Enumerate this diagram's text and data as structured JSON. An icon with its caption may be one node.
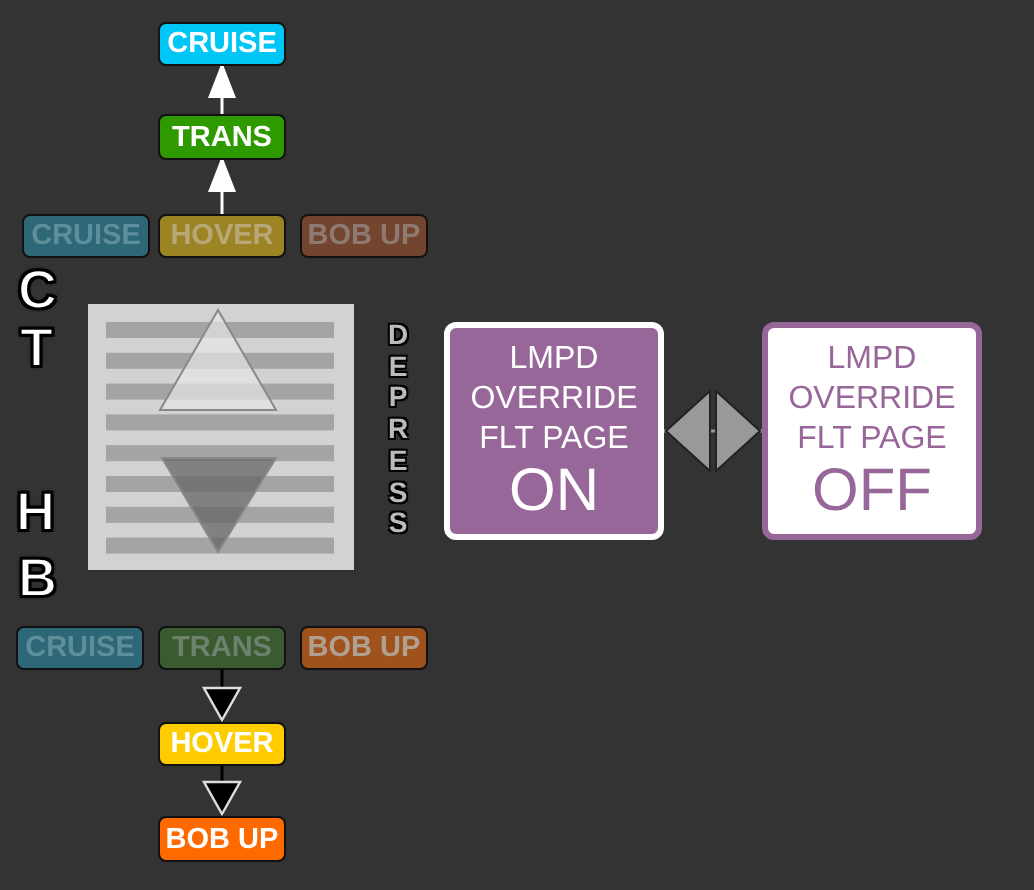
{
  "diagram": {
    "nodes": [
      {
        "text": [
          "CRUISE"
        ]
      },
      {
        "text": [
          "TRANS"
        ]
      },
      {
        "text": [
          "CRUISE"
        ]
      },
      {
        "text": [
          "HOVER"
        ]
      },
      {
        "text": [
          "BOB UP"
        ]
      },
      {
        "text": [
          "CRUISE"
        ]
      },
      {
        "text": [
          "TRANS"
        ]
      },
      {
        "text": [
          "BOB UP"
        ]
      },
      {
        "text": [
          "HOVER"
        ]
      },
      {
        "text": [
          "BOB UP"
        ]
      },
      {
        "text": [
          "LMPD OVERRIDE FLT PAGE",
          "ON"
        ]
      },
      {
        "text": [
          "LMPD OVERRIDE FLT PAGE",
          "OFF"
        ]
      }
    ],
    "edges": [
      {
        "from": 3,
        "to": 1,
        "arrow": "to"
      },
      {
        "from": 1,
        "to": 0,
        "arrow": "to"
      },
      {
        "from": 6,
        "to": 8,
        "arrow": "to",
        "color": "#000000"
      },
      {
        "from": 8,
        "to": 9,
        "arrow": "to",
        "color": "#000000"
      },
      {
        "from": 10,
        "to": 11,
        "arrow": "both",
        "color": "#999999"
      }
    ],
    "labels": [
      "C",
      "T",
      "H",
      "B",
      "DEPRESS"
    ]
  }
}
